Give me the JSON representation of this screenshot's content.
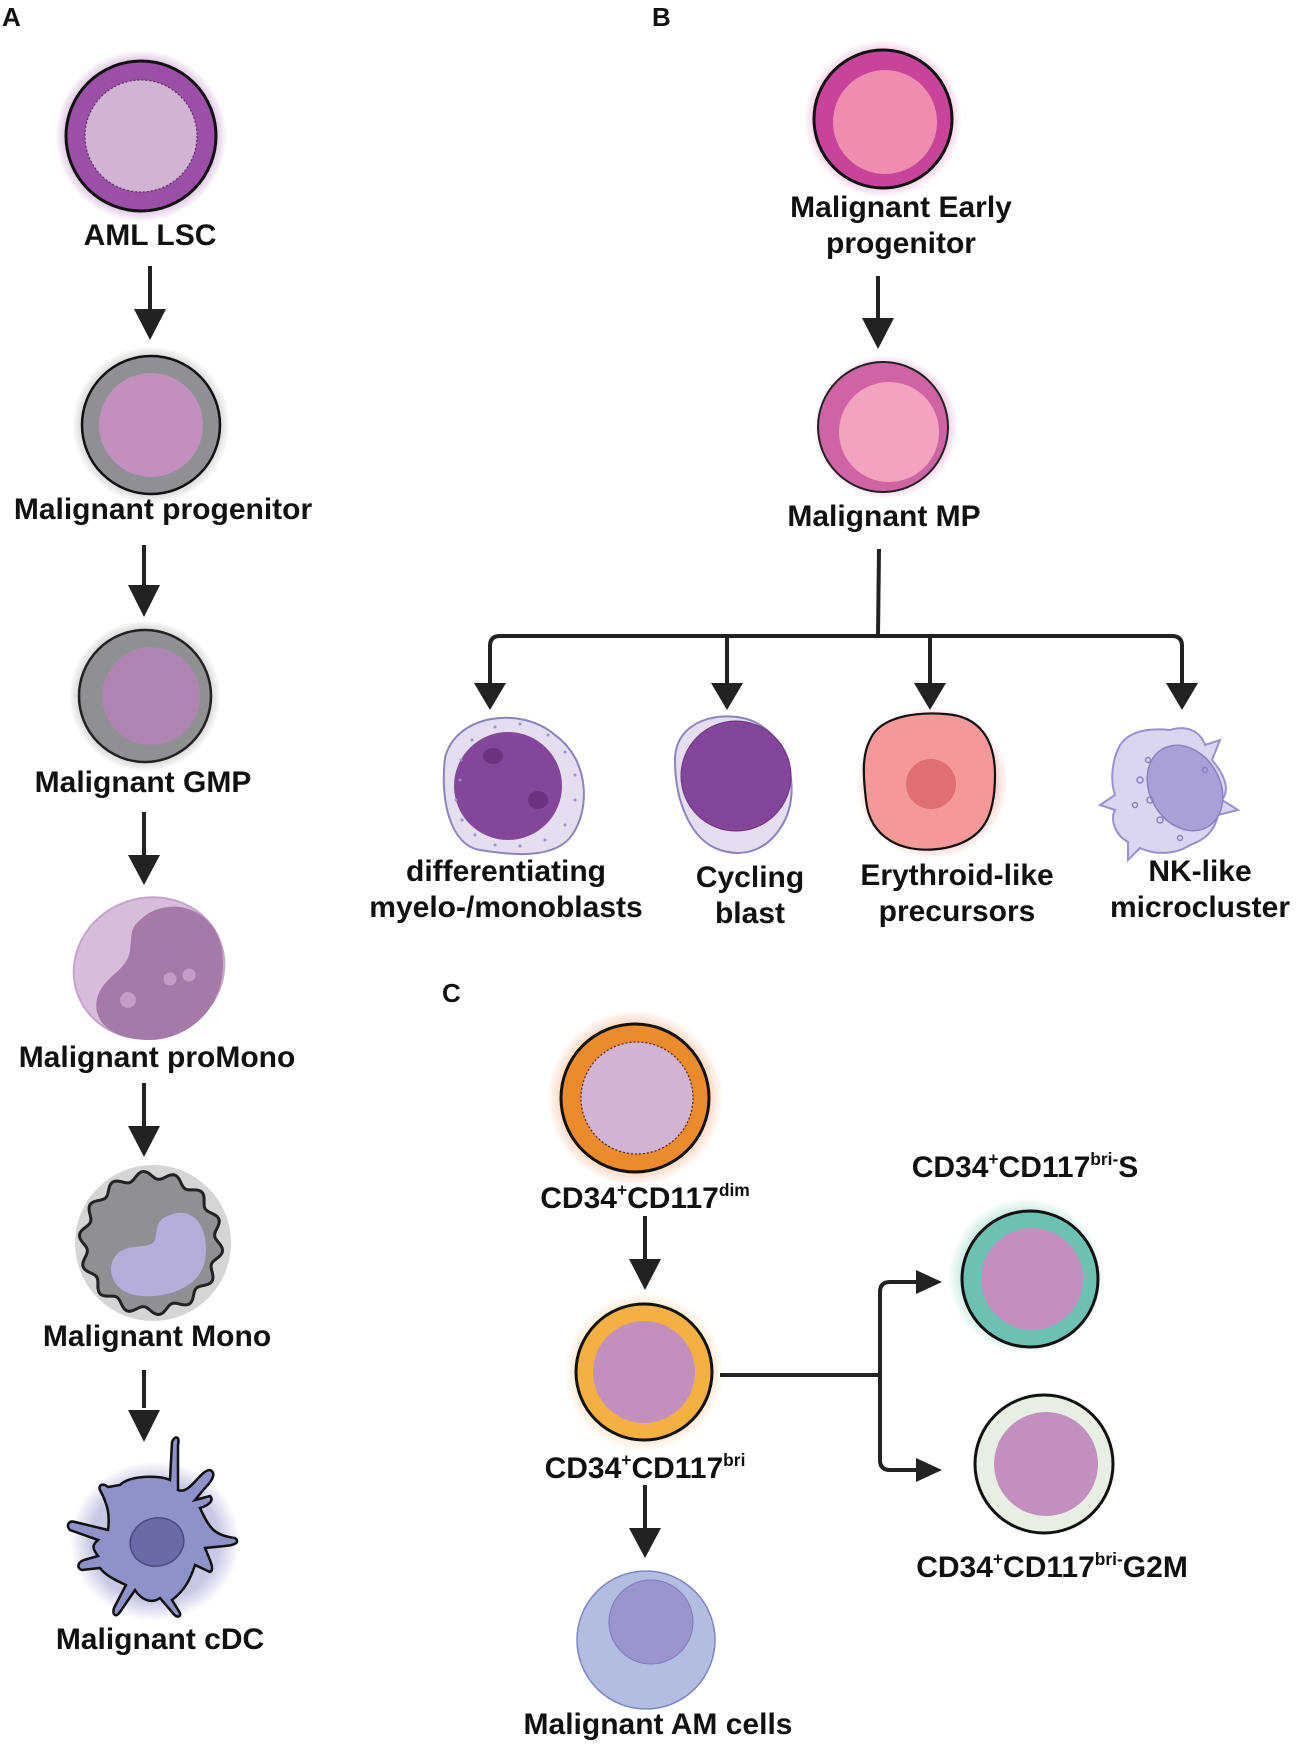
{
  "figure": {
    "panels": {
      "A": {
        "letter": "A",
        "nodes": [
          {
            "id": "aml-lsc",
            "label": "AML LSC"
          },
          {
            "id": "malignant-progenitor",
            "label": "Malignant progenitor"
          },
          {
            "id": "malignant-gmp",
            "label": "Malignant GMP"
          },
          {
            "id": "malignant-promono",
            "label": "Malignant proMono"
          },
          {
            "id": "malignant-mono",
            "label": "Malignant Mono"
          },
          {
            "id": "malignant-cdc",
            "label": "Malignant cDC"
          }
        ]
      },
      "B": {
        "letter": "B",
        "nodes": [
          {
            "id": "malignant-early-progenitor",
            "label_line1": "Malignant Early",
            "label_line2": "progenitor"
          },
          {
            "id": "malignant-mp",
            "label": "Malignant MP"
          },
          {
            "id": "diff-myelo-monoblasts",
            "label_line1": "differentiating",
            "label_line2": "myelo-/monoblasts"
          },
          {
            "id": "cycling-blast",
            "label_line1": "Cycling",
            "label_line2": "blast"
          },
          {
            "id": "erythroid-like",
            "label_line1": "Erythroid-like",
            "label_line2": "precursors"
          },
          {
            "id": "nk-like",
            "label_line1": "NK-like",
            "label_line2": "microcluster"
          }
        ]
      },
      "C": {
        "letter": "C",
        "nodes": [
          {
            "id": "cd34-cd117dim",
            "base": "CD34",
            "sup1": "+",
            "mid": "CD117",
            "sup2": "dim",
            "suffix": ""
          },
          {
            "id": "cd34-cd117bri",
            "base": "CD34",
            "sup1": "+",
            "mid": "CD117",
            "sup2": "bri",
            "suffix": ""
          },
          {
            "id": "cd34-cd117bri-s",
            "base": "CD34",
            "sup1": "+",
            "mid": "CD117",
            "sup2": "bri-",
            "suffix": "S"
          },
          {
            "id": "cd34-cd117bri-g2m",
            "base": "CD34",
            "sup1": "+",
            "mid": "CD117",
            "sup2": "bri-",
            "suffix": "G2M"
          },
          {
            "id": "malignant-am-cells",
            "label": "Malignant AM cells"
          }
        ]
      }
    },
    "colors": {
      "arrow": "#222222",
      "outline": "#111111",
      "lsc_ring": "#9b4fa6",
      "lsc_nucleus": "#d1b4d3",
      "gray_ring": "#8e9093",
      "mauve_nucleus": "#c28fbf",
      "gmp_nucleus": "#b084b2",
      "magenta_ring": "#c7449a",
      "pink_nucleus": "#ef8db1",
      "mp_ring": "#cf64a5",
      "mp_nucleus": "#f3a2c0",
      "blast_nucleus": "#84469b",
      "blast_cyto": "#e4def0",
      "erythroid": "#f4989a",
      "erythroid_nucleus": "#e06e74",
      "nk": "#d9d6ef",
      "nk_nucleus": "#a9a0d8",
      "orange_ring": "#ec8a2e",
      "yellow_ring": "#f2b142",
      "teal_ring": "#6dc1b3",
      "pale_ring": "#e7efe4",
      "am_cyto": "#b3bde2",
      "am_nucleus": "#9a95cc",
      "mono_body": "#8e9093",
      "mono_nucleus": "#b4aedb",
      "cdc_body": "#8f92c9",
      "cdc_nucleus": "#6b6aa6",
      "promono_body": "#d7bddb",
      "promono_nucleus": "#a57aa9"
    }
  }
}
